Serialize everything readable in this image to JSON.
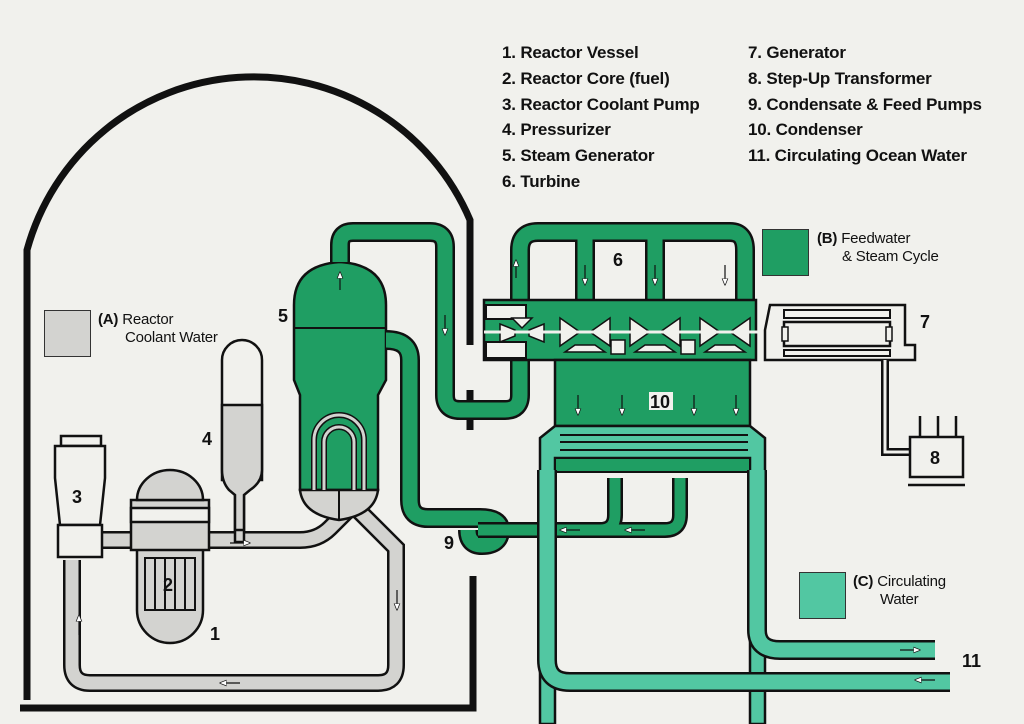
{
  "legend_left": [
    {
      "num": "1.",
      "label": "Reactor Vessel"
    },
    {
      "num": "2.",
      "label": "Reactor Core (fuel)"
    },
    {
      "num": "3.",
      "label": "Reactor Coolant Pump"
    },
    {
      "num": "4.",
      "label": "Pressurizer"
    },
    {
      "num": "5.",
      "label": "Steam Generator"
    },
    {
      "num": "6.",
      "label": "Turbine"
    }
  ],
  "legend_right": [
    {
      "num": "7.",
      "label": "Generator"
    },
    {
      "num": "8.",
      "label": "Step-Up Transformer"
    },
    {
      "num": "9.",
      "label": "Condensate & Feed Pumps"
    },
    {
      "num": "10.",
      "label": "Condenser"
    },
    {
      "num": "11.",
      "label": "Circulating Ocean Water"
    }
  ],
  "keys": {
    "a": {
      "tag": "(A)",
      "line1": "Reactor",
      "line2": "Coolant Water",
      "color": "#d3d3d0"
    },
    "b": {
      "tag": "(B)",
      "line1": "Feedwater",
      "line2": "& Steam Cycle",
      "color": "#1f9e63"
    },
    "c": {
      "tag": "(C)",
      "line1": "Circulating",
      "line2": "Water",
      "color": "#52c7a2"
    }
  },
  "component_numbers": {
    "n1": "1",
    "n2": "2",
    "n3": "3",
    "n4": "4",
    "n5": "5",
    "n6": "6",
    "n7": "7",
    "n8": "8",
    "n9": "9",
    "n10": "10",
    "n11": "11"
  },
  "colors": {
    "background": "#f1f1ed",
    "outline": "#111111",
    "coolant_gray": "#d3d3d0",
    "steam_green": "#1f9e63",
    "circulating_teal": "#52c7a2"
  }
}
